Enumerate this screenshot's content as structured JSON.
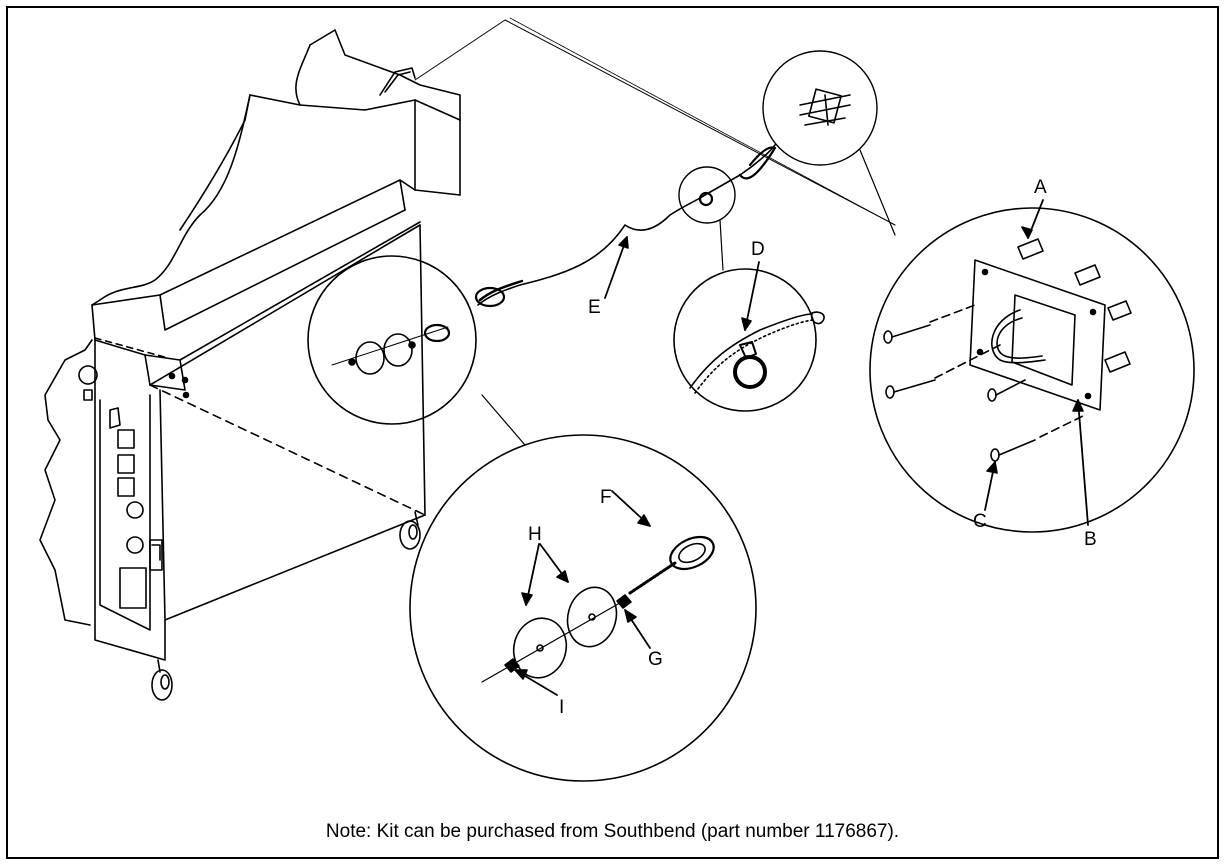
{
  "labels": {
    "a": "A",
    "b": "B",
    "c": "C",
    "d": "D",
    "e": "E",
    "f": "F",
    "g": "G",
    "h": "H",
    "i": "I"
  },
  "note": "Note: Kit can be purchased from Southbend (part number 1176867)."
}
